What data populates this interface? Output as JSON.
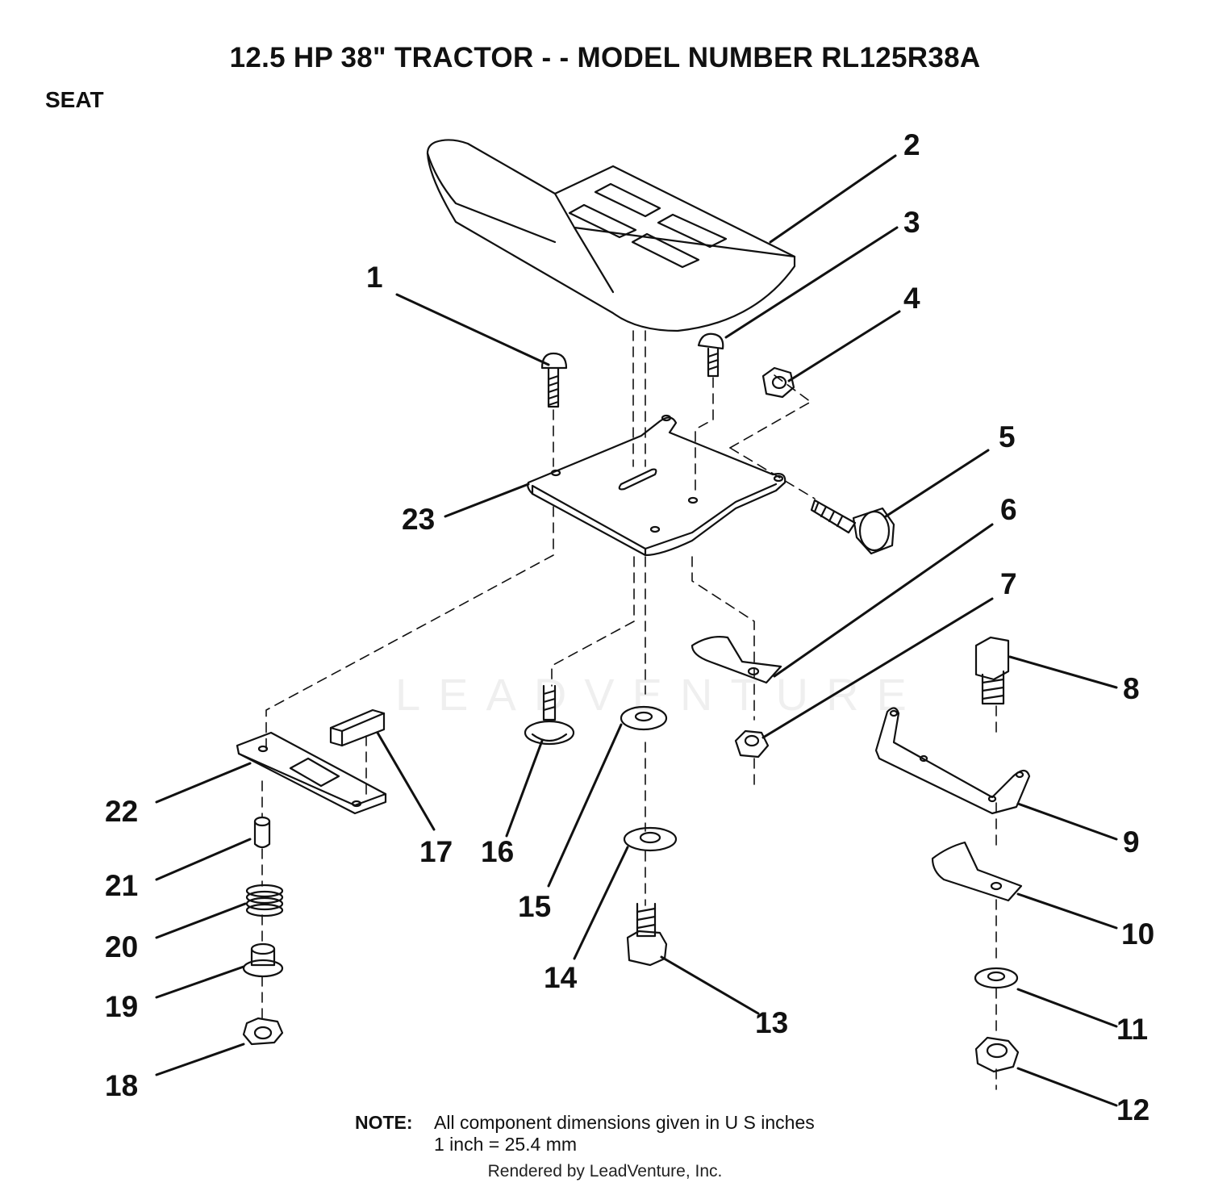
{
  "header": {
    "title": "12.5 HP 38\" TRACTOR - - MODEL NUMBER RL125R38A",
    "section": "SEAT"
  },
  "callouts": {
    "c1": "1",
    "c2": "2",
    "c3": "3",
    "c4": "4",
    "c5": "5",
    "c6": "6",
    "c7": "7",
    "c8": "8",
    "c9": "9",
    "c10": "10",
    "c11": "11",
    "c12": "12",
    "c13": "13",
    "c14": "14",
    "c15": "15",
    "c16": "16",
    "c17": "17",
    "c18": "18",
    "c19": "19",
    "c20": "20",
    "c21": "21",
    "c22": "22",
    "c23": "23"
  },
  "note": {
    "label": "NOTE:",
    "line1": "All component dimensions given in U S  inches",
    "line2": "1 inch = 25.4 mm"
  },
  "watermark": "LEADVENTURE",
  "footer": "Rendered by LeadVenture, Inc."
}
